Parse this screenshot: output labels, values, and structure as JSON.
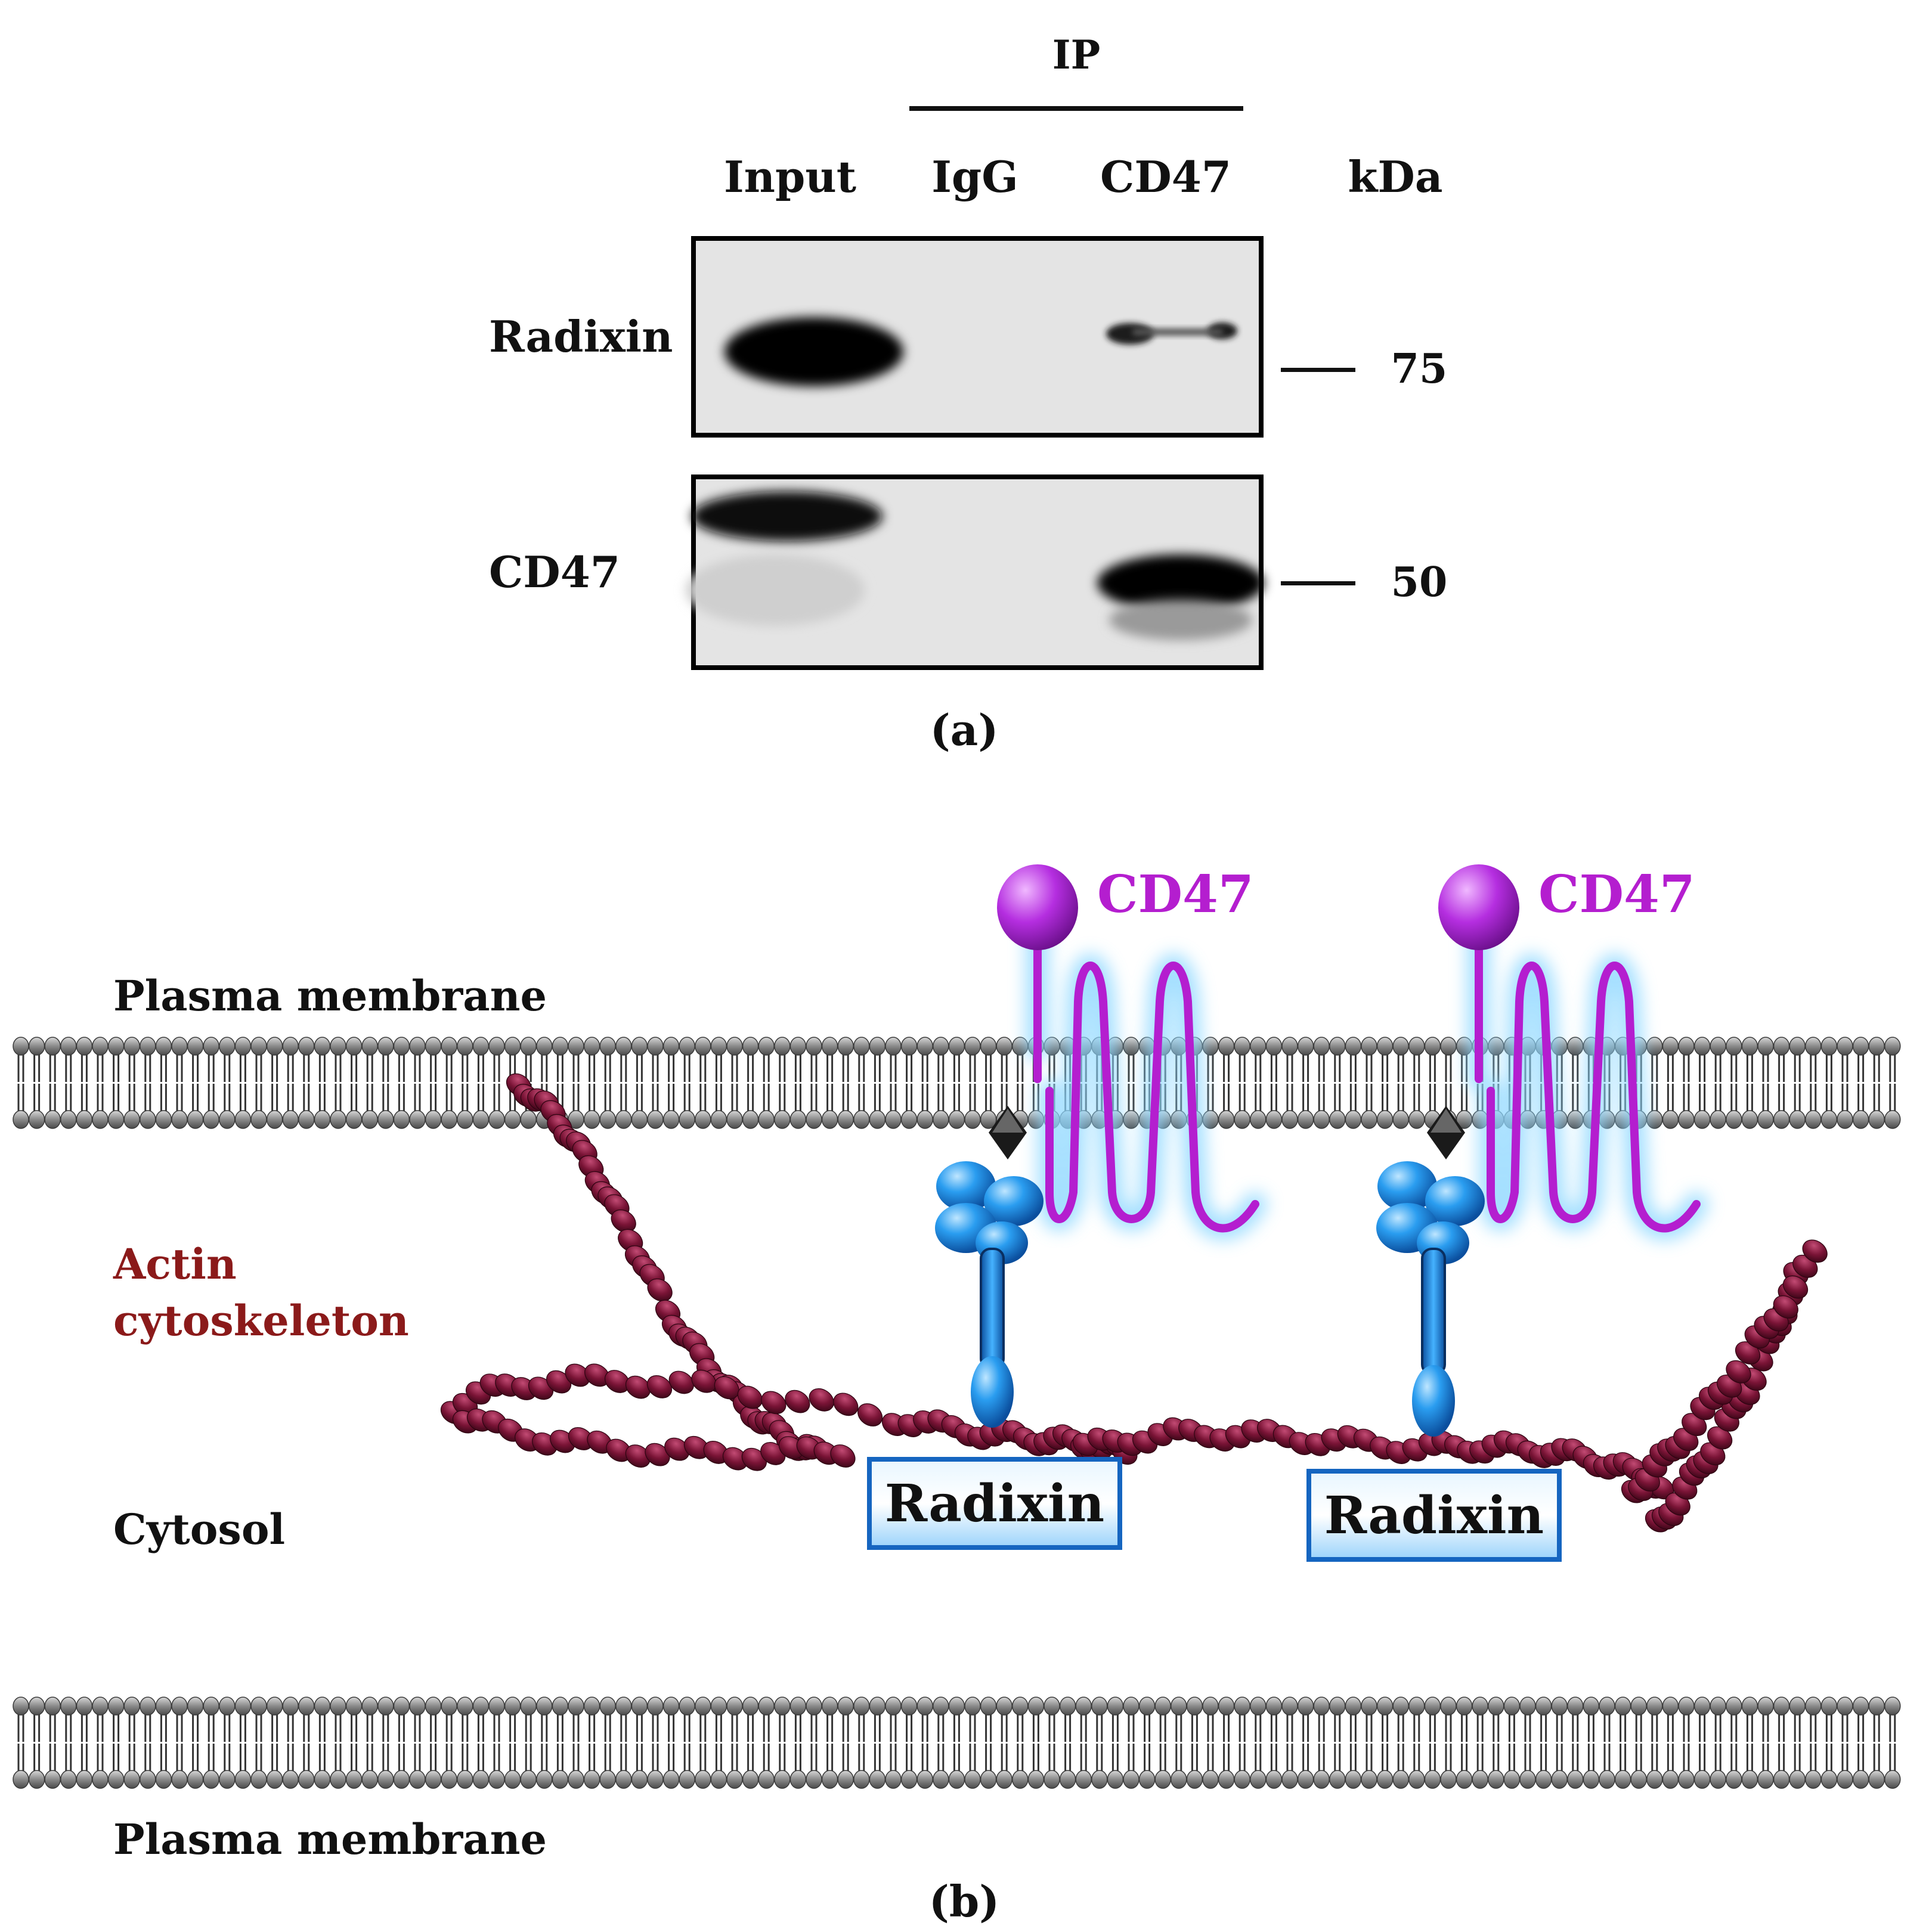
{
  "panel_a": {
    "ip_label": "IP",
    "lanes": [
      "Input",
      "IgG",
      "CD47"
    ],
    "kda_label": "kDa",
    "blots": [
      {
        "label": "Radixin",
        "marker": "75"
      },
      {
        "label": "CD47",
        "marker": "50"
      }
    ],
    "caption": "(a)"
  },
  "panel_b": {
    "plasma_membrane_top": "Plasma membrane",
    "actin_label_line1": "Actin",
    "actin_label_line2": "cytoskeleton",
    "cytosol_label": "Cytosol",
    "plasma_membrane_bottom": "Plasma membrane",
    "cd47_labels": [
      "CD47",
      "CD47"
    ],
    "radixin_labels": [
      "Radixin",
      "Radixin"
    ],
    "caption": "(b)"
  },
  "colors": {
    "actin": "#7a1436",
    "cd47": "#b41ecf",
    "radixin_blue": "#1e88e5",
    "actin_text": "#8b1a1a"
  }
}
